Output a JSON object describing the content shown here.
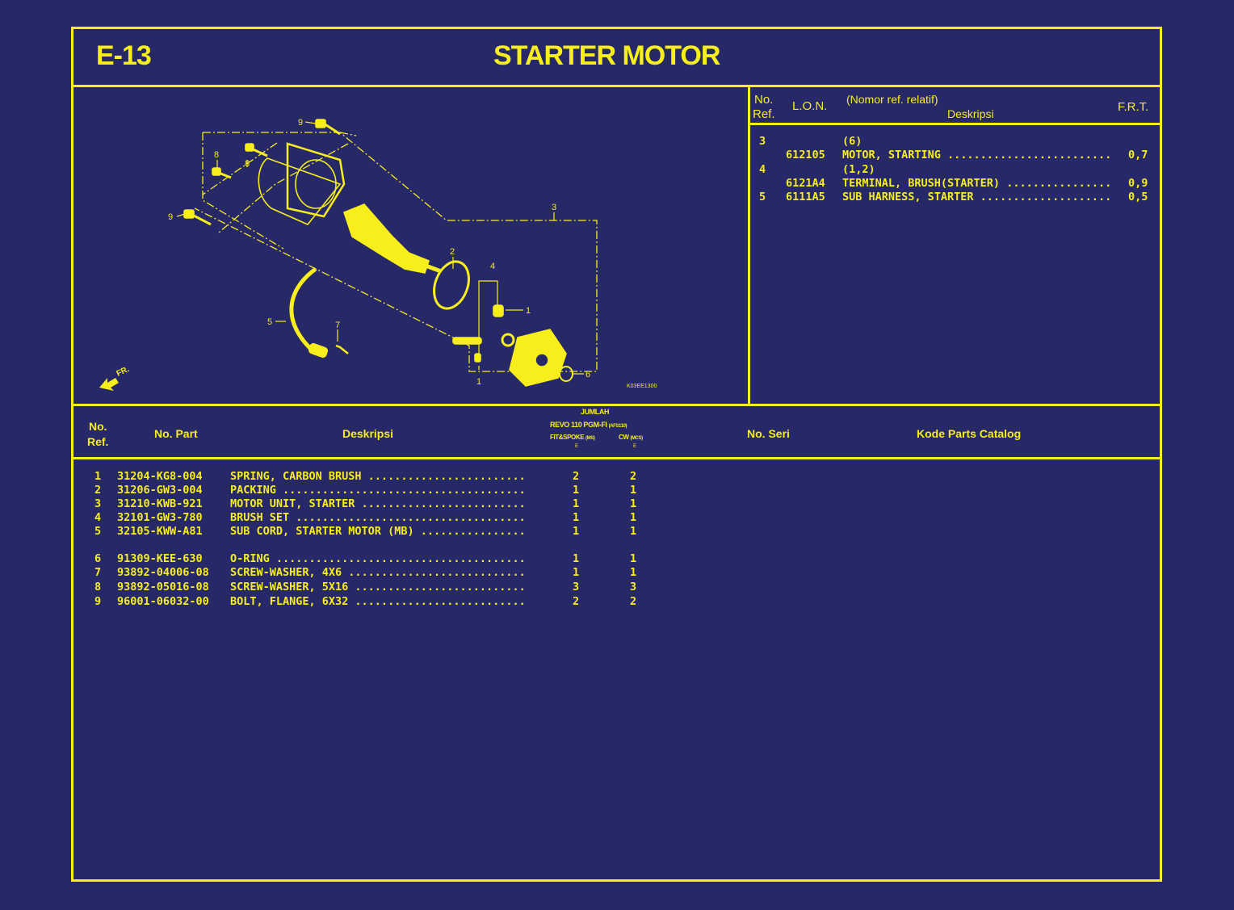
{
  "header": {
    "code": "E-13",
    "title": "STARTER MOTOR"
  },
  "lon_table": {
    "headers": {
      "no_ref_1": "No.",
      "no_ref_2": "Ref.",
      "lon": "L.O.N.",
      "nomor_ref": "(Nomor ref. relatif)",
      "deskripsi": "Deskripsi",
      "frt": "F.R.T."
    },
    "rows": [
      {
        "ref": "3",
        "lon": "",
        "desc": "(6)",
        "frt": ""
      },
      {
        "ref": "",
        "lon": "612105",
        "desc": "MOTOR, STARTING .........................",
        "frt": "0,7"
      },
      {
        "ref": "4",
        "lon": "",
        "desc": "(1,2)",
        "frt": ""
      },
      {
        "ref": "",
        "lon": "6121A4",
        "desc": "TERMINAL, BRUSH(STARTER) ................",
        "frt": "0,9"
      },
      {
        "ref": "5",
        "lon": "6111A5",
        "desc": "SUB HARNESS, STARTER ....................",
        "frt": "0,5"
      }
    ]
  },
  "diagram": {
    "callouts": [
      "9",
      "8",
      "8",
      "9",
      "3",
      "2",
      "4",
      "1",
      "1",
      "5",
      "7",
      "6"
    ],
    "direction_label": "FR.",
    "figure_code": "K03EE1300"
  },
  "parts_table": {
    "headers": {
      "no_ref_1": "No.",
      "no_ref_2": "Ref.",
      "no_part": "No. Part",
      "deskripsi": "Deskripsi",
      "jumlah": "JUMLAH",
      "model": "REVO 110 PGM-FI",
      "model_code": "(AFS110)",
      "col1": "FIT&SPOKE",
      "col1_code": "(MS)",
      "col2": "CW",
      "col2_code": "(MCS)",
      "col1_mark": "E",
      "col2_mark": "E",
      "no_seri": "No. Seri",
      "kode_catalog": "Kode Parts Catalog"
    },
    "rows": [
      {
        "ref": "1",
        "part": "31204-KG8-004",
        "desc": "SPRING, CARBON BRUSH ........................",
        "q1": "2",
        "q2": "2"
      },
      {
        "ref": "2",
        "part": "31206-GW3-004",
        "desc": "PACKING .....................................",
        "q1": "1",
        "q2": "1"
      },
      {
        "ref": "3",
        "part": "31210-KWB-921",
        "desc": "MOTOR UNIT, STARTER .........................",
        "q1": "1",
        "q2": "1"
      },
      {
        "ref": "4",
        "part": "32101-GW3-780",
        "desc": "BRUSH SET ...................................",
        "q1": "1",
        "q2": "1"
      },
      {
        "ref": "5",
        "part": "32105-KWW-A81",
        "desc": "SUB CORD, STARTER MOTOR (MB) ................",
        "q1": "1",
        "q2": "1"
      },
      {
        "ref": "6",
        "part": "91309-KEE-630",
        "desc": "O-RING ......................................",
        "q1": "1",
        "q2": "1"
      },
      {
        "ref": "7",
        "part": "93892-04006-08",
        "desc": "SCREW-WASHER, 4X6 ...........................",
        "q1": "1",
        "q2": "1"
      },
      {
        "ref": "8",
        "part": "93892-05016-08",
        "desc": "SCREW-WASHER, 5X16 ..........................",
        "q1": "3",
        "q2": "3"
      },
      {
        "ref": "9",
        "part": "96001-06032-00",
        "desc": "BOLT, FLANGE, 6X32 ..........................",
        "q1": "2",
        "q2": "2"
      }
    ]
  },
  "colors": {
    "background": "#262868",
    "line": "#f7ee1c"
  }
}
